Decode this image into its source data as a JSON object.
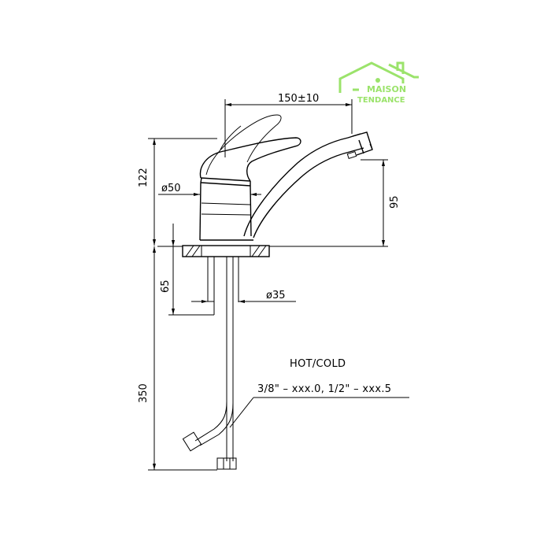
{
  "logo": {
    "line1": "MAISON",
    "line2": "TENDANCE",
    "color": "#9be36b"
  },
  "dimensions": {
    "spout_reach": "150±10",
    "height_total_above": "122",
    "body_diameter": "ø50",
    "spout_height": "95",
    "thread_length": "65",
    "thread_diameter": "ø35",
    "hose_length": "350"
  },
  "notes": {
    "hot_cold": "HOT/COLD",
    "connection": "3/8\" – xxx.0, 1/2\" – xxx.5"
  }
}
